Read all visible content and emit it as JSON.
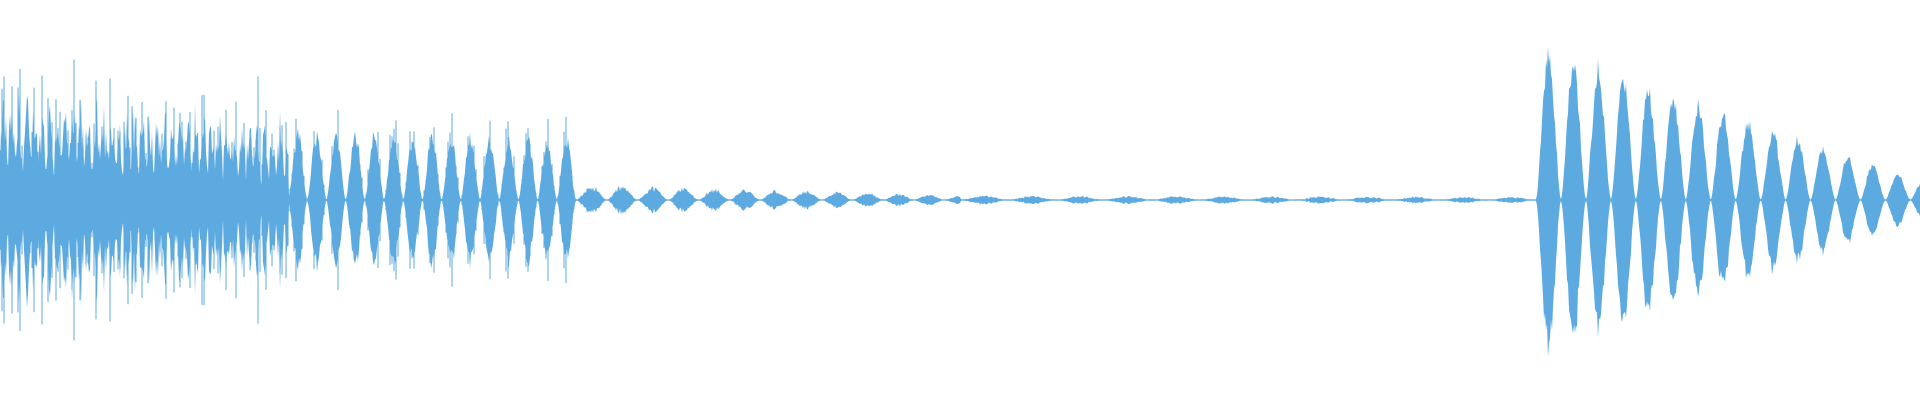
{
  "waveform": {
    "color": "#5DAAE0",
    "background": "#ffffff",
    "segments": [
      {
        "type": "noisy",
        "start": 0.0,
        "end": 0.15,
        "amp_start": 0.7,
        "amp_end": 0.55,
        "period": 0.004,
        "jitter": 0.55
      },
      {
        "type": "pulses",
        "start": 0.15,
        "end": 0.3,
        "amp_start": 0.45,
        "amp_end": 0.4,
        "period": 0.01,
        "jitter": 0.25
      },
      {
        "type": "pulses",
        "start": 0.3,
        "end": 0.5,
        "amp_start": 0.1,
        "amp_end": 0.03,
        "period": 0.016,
        "jitter": 0.4
      },
      {
        "type": "pulses",
        "start": 0.5,
        "end": 0.8,
        "amp_start": 0.03,
        "amp_end": 0.02,
        "period": 0.025,
        "jitter": 0.5
      },
      {
        "type": "pulses",
        "start": 0.8,
        "end": 1.0,
        "amp_start": 0.98,
        "amp_end": 0.12,
        "period": 0.013,
        "jitter": 0.15
      }
    ]
  }
}
